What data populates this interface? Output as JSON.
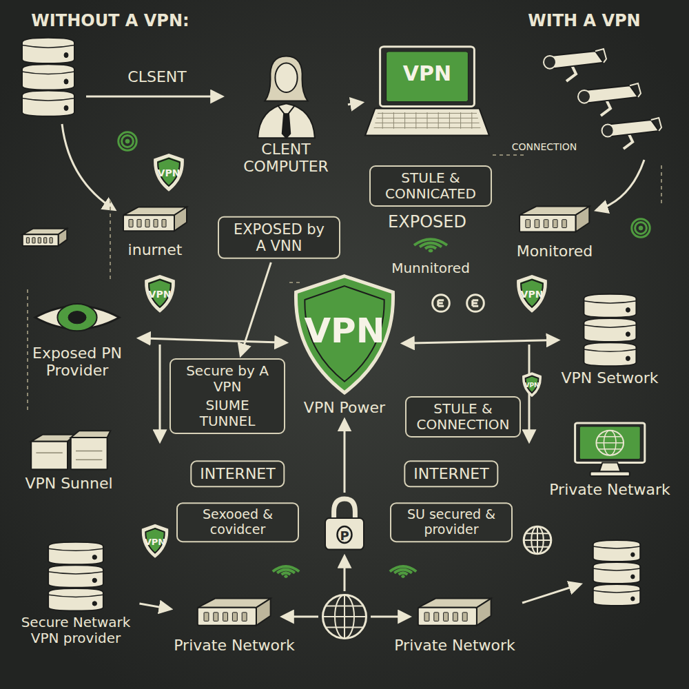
{
  "diagram": {
    "nodes": [
      {
        "text": [
          "CLENT COMPUTER"
        ]
      },
      {
        "text": [
          "VPN"
        ]
      },
      {
        "text": [
          "STULE & CONNICATED"
        ]
      },
      {
        "text": [
          "inurnet"
        ]
      },
      {
        "text": [
          "EXPOSED by A VNN"
        ]
      },
      {
        "text": [
          "Monitored"
        ]
      },
      {
        "text": [
          "Exposed PN Provider"
        ]
      },
      {
        "text": [
          "VPN",
          "VPN Power"
        ]
      },
      {
        "text": [
          "Secure by A VPN",
          "SIUME TUNNEL"
        ]
      },
      {
        "text": [
          "STULE & CONNECTION"
        ]
      },
      {
        "text": [
          "VPN Setwork"
        ]
      },
      {
        "text": [
          "VPN Sunnel"
        ]
      },
      {
        "text": [
          "INTERNET"
        ]
      },
      {
        "text": [
          "INTERNET"
        ]
      },
      {
        "text": [
          "Private Netwark"
        ]
      },
      {
        "text": [
          "P"
        ]
      },
      {
        "text": [
          "Sexooed & covidcer"
        ]
      },
      {
        "text": [
          "SU secured & provider"
        ]
      },
      {
        "text": [
          "Secure Netwark VPN provider"
        ]
      },
      {
        "text": [
          "Private Network"
        ]
      },
      {
        "text": [
          "Private Network"
        ]
      }
    ],
    "edges": [
      {
        "from": 0,
        "to": 1,
        "arrow": "to"
      },
      {
        "from": 4,
        "to": 8,
        "arrow": "to"
      },
      {
        "from": 6,
        "to": 7,
        "arrow": "both"
      },
      {
        "from": 7,
        "to": 10,
        "arrow": "both"
      },
      {
        "from": 15,
        "to": 7,
        "arrow": "to"
      },
      {
        "from": 18,
        "to": 19,
        "arrow": "to"
      }
    ],
    "labels": [
      "WITHOUT A VPN:",
      "WITH A VPN",
      "CLSENT",
      "CONNECTION",
      "EXPOSED",
      "Munnitored",
      "VPN",
      "VPN",
      "VPN",
      "VPN",
      "VPN"
    ]
  }
}
